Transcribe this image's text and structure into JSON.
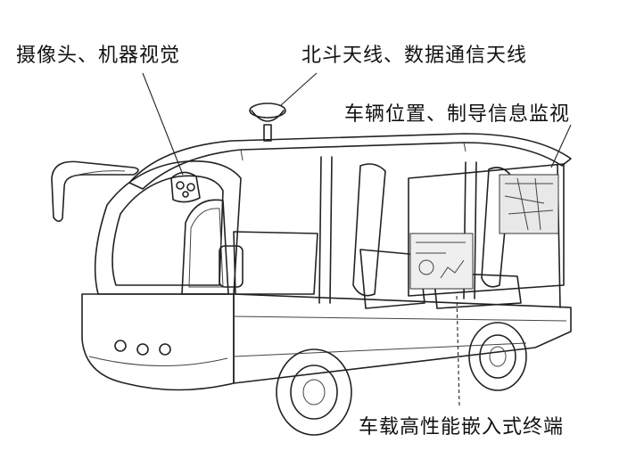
{
  "labels": {
    "camera": "摄像头、机器视觉",
    "antenna": "北斗天线、数据通信天线",
    "monitor": "车辆位置、制导信息监视",
    "terminal": "车载高性能嵌入式终端"
  }
}
